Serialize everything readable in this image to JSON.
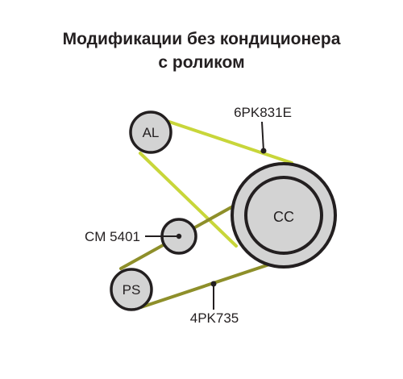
{
  "title": {
    "line1": "Модификации без кондиционера",
    "line2": "с роликом"
  },
  "pulleys": {
    "al": "AL",
    "cc": "CC",
    "ps": "PS"
  },
  "labels": {
    "belt_main": "6PK831E",
    "idler": "CM 5401",
    "belt_ps": "4PK735"
  },
  "colors": {
    "belt_main": "#c8d63a",
    "belt_ps": "#8e8f2a",
    "pulley_fill": "#d3d3d3",
    "outline": "#231f20"
  }
}
